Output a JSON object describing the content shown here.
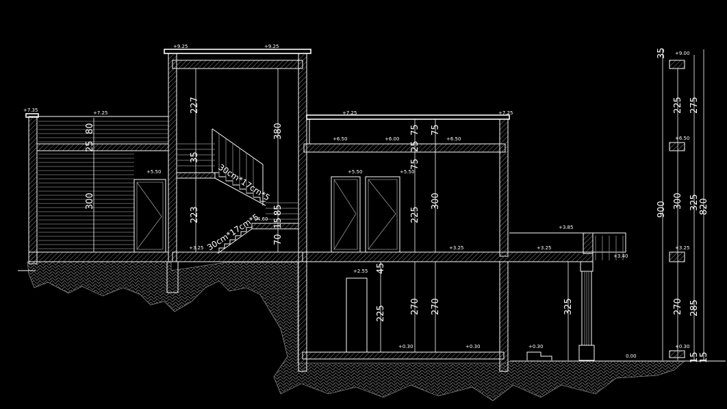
{
  "colors": {
    "background": "#000000",
    "lines": "#ffffff",
    "hatch": "#8c8c8c"
  },
  "levels": {
    "top_left": "+9.25",
    "top_right": "+9.25",
    "left_parapet": "+7.35",
    "left_roof": "+7.25",
    "right_roof_center": "+7.25",
    "right_roof_edge": "+7.25",
    "left_room_door": "+5.50",
    "slab_a": "+6.50",
    "slab_b": "+6.00",
    "slab_c": "+6.50",
    "door_a": "+5.50",
    "door_b": "+5.50",
    "stair_landing": "+4.60",
    "stair_floor": "+3.25",
    "floor_center": "+3.25",
    "terrace": "+3.85",
    "terrace_floor": "+3.25",
    "terrace_right": "+3.40",
    "basement_door": "+2.55",
    "basement_floor_a": "+0.30",
    "basement_floor_b": "+0.30",
    "step_level": "+0.30",
    "ground": "0.00",
    "legend_top": "+9.00",
    "legend_mid": "+6.50",
    "legend_low": "+3.25",
    "legend_bottom": "+0.30"
  },
  "dims": {
    "left_parapet_h": "80",
    "left_slab": "25",
    "left_room_h": "300",
    "stair_top_h": "227",
    "stair_slab": "35",
    "stair_low_h": "223",
    "stair_total_h": "380",
    "stair_landing_h": "85",
    "stair_landing_slab": "15",
    "stair_bottom_h": "70",
    "right_slab_a": "75",
    "right_slab_b": "75",
    "right_slab_c": "25",
    "right_door_h": "225",
    "right_room_h": "300",
    "beam_h": "45",
    "basement_door_h": "225",
    "basement_room_a": "270",
    "basement_room_b": "270",
    "column_h": "325",
    "legend_35": "35",
    "legend_225": "225",
    "legend_275": "275",
    "legend_300": "300",
    "legend_325": "325",
    "legend_900": "900",
    "legend_820": "820",
    "legend_270": "270",
    "legend_285": "285",
    "legend_15a": "15",
    "legend_15b": "15"
  },
  "stair_labels": {
    "upper": "30cm*17cm*5",
    "lower": "30cm*17cm*5"
  }
}
